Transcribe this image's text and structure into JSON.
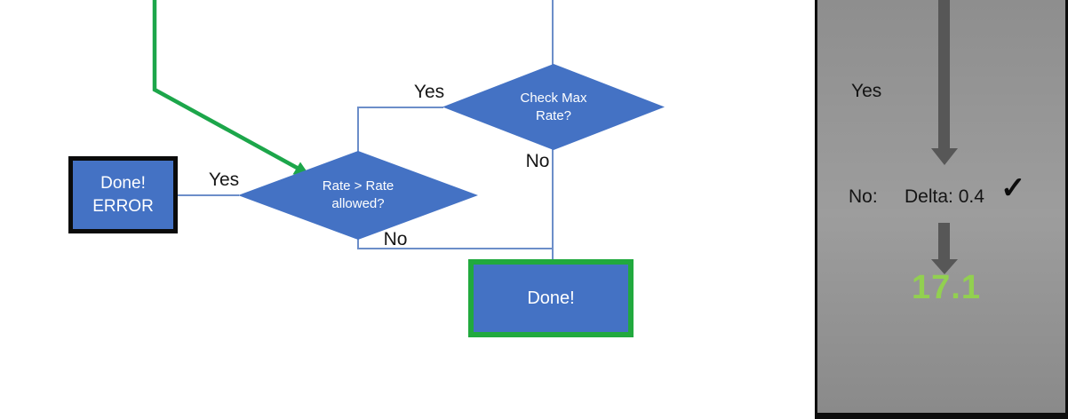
{
  "diagram": {
    "decision_check_max": "Check Max\nRate?",
    "decision_rate_allowed": "Rate > Rate\nallowed?",
    "terminal_error": "Done!\nERROR",
    "terminal_done": "Done!",
    "edge_labels": {
      "check_max_yes": "Yes",
      "check_max_no": "No",
      "rate_allowed_yes": "Yes",
      "rate_allowed_no": "No"
    }
  },
  "side_panel": {
    "yes_label": "Yes",
    "no_label": "No:",
    "delta_text": "Delta: 0.4",
    "check_icon": "✓",
    "result_value": "17.1"
  },
  "colors": {
    "shape_fill_blue": "#4472C4",
    "connector_blue": "#6C8EC9",
    "green_accent": "#1CA64A",
    "done_border_green": "#21A93E",
    "result_green": "#92D050",
    "arrow_gray": "#575757",
    "panel_gray": "#9A9A9A"
  }
}
